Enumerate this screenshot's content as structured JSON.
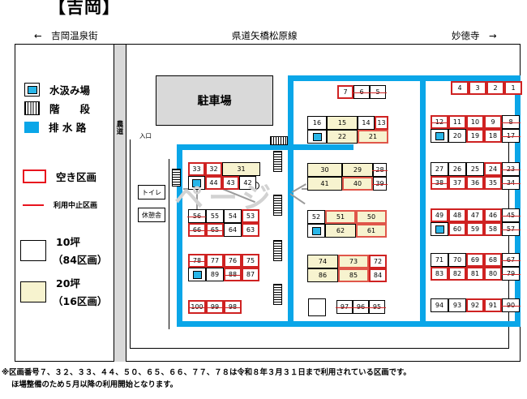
{
  "page": {
    "title": "【吉岡】",
    "watermark": "ページ"
  },
  "roads": {
    "left": "←　吉岡温泉街",
    "center": "県道矢橋松原線",
    "right": "妙徳寺　→"
  },
  "legend": {
    "items": [
      {
        "swatch": "water-swatch",
        "label": "水汲み場"
      },
      {
        "swatch": "stairs-swatch",
        "label": "階　　段"
      },
      {
        "swatch": "drain-swatch",
        "label": "排 水 路"
      },
      {
        "swatch": "empty-plot-swatch",
        "label": "空き区画"
      },
      {
        "swatch": "suspended-plot-swatch",
        "label": "利用中止区画"
      }
    ],
    "sizes": [
      {
        "swatch": "size-10-swatch",
        "label": "10坪",
        "count": "（84区画）"
      },
      {
        "swatch": "size-20-swatch",
        "label": "20坪",
        "count": "（16区画）"
      }
    ]
  },
  "map_labels": {
    "parking": "駐車場",
    "entrance": "入口",
    "toilet": "トイレ",
    "rest_hut": "休憩舎",
    "farm_road": "農道"
  },
  "plots": {
    "group_right": [
      {
        "rows": [
          [
            {
              "n": "4",
              "s": "red"
            },
            {
              "n": "3",
              "s": "red"
            },
            {
              "n": "2",
              "s": "red"
            },
            {
              "n": "1",
              "s": "red"
            }
          ]
        ]
      },
      {
        "rows": [
          [
            {
              "n": "12",
              "s": "red strike"
            },
            {
              "n": "11",
              "s": "red"
            },
            {
              "n": "10",
              "s": "red"
            },
            {
              "n": "9",
              "s": "red"
            },
            {
              "n": "8",
              "s": "strike"
            }
          ],
          [
            {
              "n": "water",
              "s": "water"
            },
            {
              "n": "20",
              "s": "plain"
            },
            {
              "n": "19",
              "s": "red"
            },
            {
              "n": "18",
              "s": "red"
            },
            {
              "n": "17",
              "s": "strike"
            }
          ]
        ]
      },
      {
        "rows": [
          [
            {
              "n": "27",
              "s": "plain"
            },
            {
              "n": "26",
              "s": "plain"
            },
            {
              "n": "25",
              "s": "plain"
            },
            {
              "n": "24",
              "s": "red"
            },
            {
              "n": "23",
              "s": "strike"
            }
          ],
          [
            {
              "n": "38",
              "s": "red strike"
            },
            {
              "n": "37",
              "s": "red"
            },
            {
              "n": "36",
              "s": "red"
            },
            {
              "n": "35",
              "s": "red"
            },
            {
              "n": "34",
              "s": "strike"
            }
          ]
        ]
      },
      {
        "rows": [
          [
            {
              "n": "49",
              "s": "red"
            },
            {
              "n": "48",
              "s": "red"
            },
            {
              "n": "47",
              "s": "red"
            },
            {
              "n": "46",
              "s": "red"
            },
            {
              "n": "45",
              "s": "strike"
            }
          ],
          [
            {
              "n": "water",
              "s": "water"
            },
            {
              "n": "60",
              "s": "red"
            },
            {
              "n": "59",
              "s": "red"
            },
            {
              "n": "58",
              "s": "red"
            },
            {
              "n": "57",
              "s": "strike"
            }
          ]
        ]
      },
      {
        "rows": [
          [
            {
              "n": "71",
              "s": "plain"
            },
            {
              "n": "70",
              "s": "plain"
            },
            {
              "n": "69",
              "s": "red"
            },
            {
              "n": "68",
              "s": "red"
            },
            {
              "n": "67",
              "s": "strike"
            }
          ],
          [
            {
              "n": "83",
              "s": "red"
            },
            {
              "n": "82",
              "s": "red"
            },
            {
              "n": "81",
              "s": "red"
            },
            {
              "n": "80",
              "s": "red"
            },
            {
              "n": "79",
              "s": "strike"
            }
          ]
        ]
      },
      {
        "rows": [
          [
            {
              "n": "94",
              "s": "plain"
            },
            {
              "n": "93",
              "s": "plain"
            },
            {
              "n": "92",
              "s": "red"
            },
            {
              "n": "91",
              "s": "red"
            },
            {
              "n": "90",
              "s": "strike"
            }
          ]
        ]
      }
    ],
    "group_middle": [
      {
        "rows": [
          [
            {
              "n": "7",
              "s": "red"
            },
            {
              "n": "6",
              "s": "strike"
            },
            {
              "n": "5",
              "s": "strike"
            }
          ]
        ]
      },
      {
        "rows": [
          [
            {
              "n": "16",
              "s": "plain"
            },
            {
              "n": "15",
              "s": "yellow"
            },
            {
              "n": "14",
              "s": "plain"
            },
            {
              "n": "13",
              "s": "red"
            }
          ],
          [
            {
              "n": "water",
              "s": "water"
            },
            {
              "n": "22",
              "s": "yellow"
            },
            {
              "n": "21",
              "s": "yellow red2"
            }
          ]
        ]
      },
      {
        "rows": [
          [
            {
              "n": "30",
              "s": "yellow"
            },
            {
              "n": "29",
              "s": "yellow"
            },
            {
              "n": "28",
              "s": "strike"
            }
          ],
          [
            {
              "n": "41",
              "s": "yellow"
            },
            {
              "n": "40",
              "s": "yellow red2"
            },
            {
              "n": "39",
              "s": "strike"
            }
          ]
        ]
      },
      {
        "rows": [
          [
            {
              "n": "52",
              "s": "plain"
            },
            {
              "n": "51",
              "s": "yellow red2"
            },
            {
              "n": "50",
              "s": "yellow red2"
            }
          ],
          [
            {
              "n": "water",
              "s": "water"
            },
            {
              "n": "62",
              "s": "yellow"
            },
            {
              "n": "61",
              "s": "yellow red2"
            }
          ]
        ]
      },
      {
        "rows": [
          [
            {
              "n": "74",
              "s": "yellow"
            },
            {
              "n": "73",
              "s": "yellow red2"
            },
            {
              "n": "72",
              "s": "red"
            }
          ],
          [
            {
              "n": "86",
              "s": "yellow"
            },
            {
              "n": "85",
              "s": "yellow red2"
            },
            {
              "n": "84",
              "s": "red"
            }
          ]
        ]
      },
      {
        "rows": [
          [
            {
              "n": "97",
              "s": "strike"
            },
            {
              "n": "96",
              "s": "strike"
            },
            {
              "n": "95",
              "s": "strike"
            }
          ]
        ]
      }
    ],
    "group_left": [
      {
        "rows": [
          [
            {
              "n": "33",
              "s": "red"
            },
            {
              "n": "32",
              "s": "red"
            },
            {
              "n": "31",
              "s": "yellow"
            }
          ],
          [
            {
              "n": "water",
              "s": "water"
            },
            {
              "n": "44",
              "s": "red"
            },
            {
              "n": "43",
              "s": "red"
            },
            {
              "n": "42",
              "s": "plain"
            }
          ]
        ]
      },
      {
        "rows": [
          [
            {
              "n": "56",
              "s": "strike"
            },
            {
              "n": "55",
              "s": "plain"
            },
            {
              "n": "54",
              "s": "plain"
            },
            {
              "n": "53",
              "s": "red"
            }
          ],
          [
            {
              "n": "66",
              "s": "red strike"
            },
            {
              "n": "65",
              "s": "red strike"
            },
            {
              "n": "64",
              "s": "plain"
            },
            {
              "n": "63",
              "s": "red"
            }
          ]
        ]
      },
      {
        "rows": [
          [
            {
              "n": "78",
              "s": "red strike"
            },
            {
              "n": "77",
              "s": "red"
            },
            {
              "n": "76",
              "s": "red"
            },
            {
              "n": "75",
              "s": "red"
            }
          ],
          [
            {
              "n": "water",
              "s": "water"
            },
            {
              "n": "89",
              "s": "plain"
            },
            {
              "n": "88",
              "s": "red strike"
            },
            {
              "n": "87",
              "s": "red"
            }
          ]
        ]
      },
      {
        "rows": [
          [
            {
              "n": "100",
              "s": "red strike"
            },
            {
              "n": "99",
              "s": "red strike"
            },
            {
              "n": "98",
              "s": "red strike"
            }
          ]
        ]
      }
    ]
  },
  "footnote": {
    "line1": "※区画番号７、３２、３３、４４、５０、６５、６６、７７、７８は令和８年３月３１日まで利用されている区画です。",
    "line2": "ほ場整備のため５月以降の利用開始となります。"
  },
  "colors": {
    "drain": "#0aa6e8",
    "water": "#29b6e8",
    "empty_border": "#cf2222",
    "suspended": "#e8141e",
    "size20_fill": "#f7f3cf",
    "gray_fill": "#d9d9d9"
  }
}
